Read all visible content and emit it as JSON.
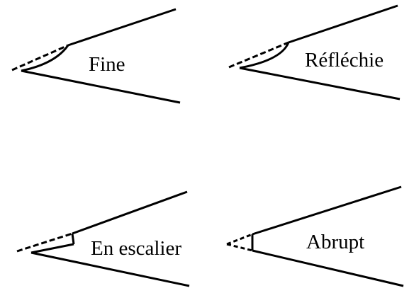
{
  "colors": {
    "line": "#000000",
    "background": "#ffffff"
  },
  "panels": [
    {
      "id": "fine",
      "label": "Fine"
    },
    {
      "id": "reflechie",
      "label": "Réfléchie"
    },
    {
      "id": "escalier",
      "label": "En escalier"
    },
    {
      "id": "abrupt",
      "label": "Abrupt"
    }
  ]
}
